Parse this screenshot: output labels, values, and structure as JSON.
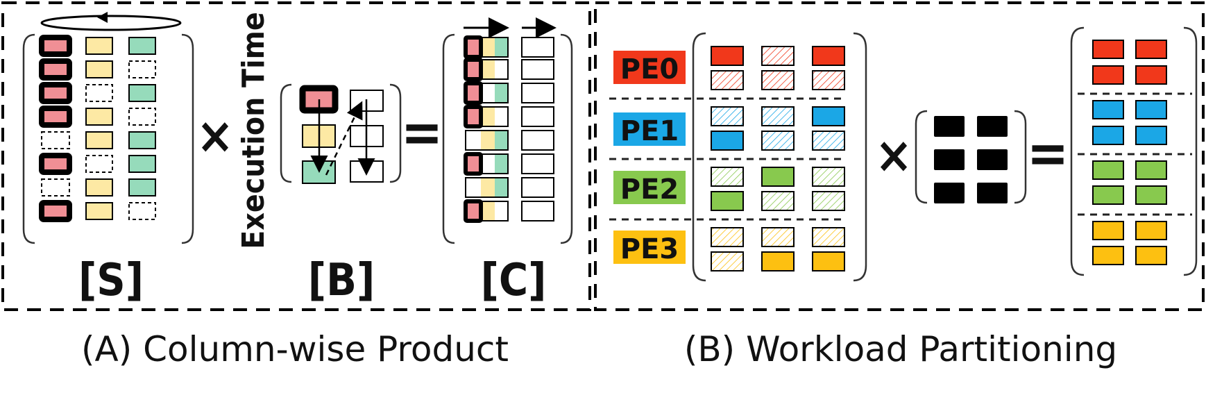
{
  "panel_a": {
    "caption": "(A) Column-wise Product",
    "label_s": "[S]",
    "label_b": "[B]",
    "label_c": "[C]",
    "rotated_label": "Execution Time",
    "times_symbol": "×",
    "equals_symbol": "="
  },
  "panel_b": {
    "caption": "(B) Workload Partitioning",
    "times_symbol": "×",
    "equals_symbol": "=",
    "pe_labels": [
      "PE0",
      "PE1",
      "PE2",
      "PE3"
    ]
  },
  "colors": {
    "red": "#f08f95",
    "yellow": "#fde9a4",
    "green": "#96dbbb",
    "pe0": "#f1381b",
    "pe1": "#1ba7e6",
    "pe2": "#88c94e",
    "pe3": "#fdc011",
    "dense": "#000000"
  }
}
